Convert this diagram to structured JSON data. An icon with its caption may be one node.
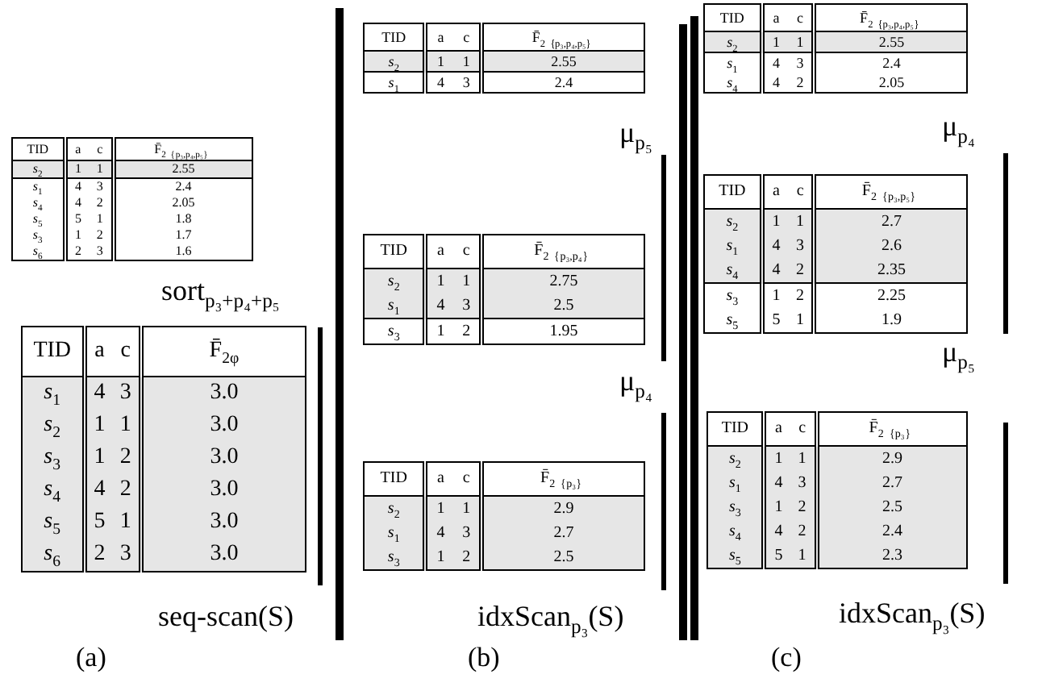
{
  "diagram": {
    "labels": [
      "TID",
      "a",
      "c",
      "F̄$_{2｛p₃,p₄,p₅｝}$",
      "*s*$_{2}$",
      "1",
      "1",
      "2.55",
      "*s*$_{1}$",
      "4",
      "3",
      "2.4",
      "*s*$_{4}$",
      "4",
      "2",
      "2.05",
      "*s*$_{5}$",
      "5",
      "1",
      "1.8",
      "*s*$_{3}$",
      "1",
      "2",
      "1.7",
      "*s*$_{6}$",
      "2",
      "3",
      "1.6",
      "sort$_{p₃+p₄+p₅}$",
      "TID",
      "a",
      "c",
      "F̄$_{2φ}$",
      "*s*$_{1}$",
      "4",
      "3",
      "3.0",
      "*s*$_{2}$",
      "1",
      "1",
      "3.0",
      "*s*$_{3}$",
      "1",
      "2",
      "3.0",
      "*s*$_{4}$",
      "4",
      "2",
      "3.0",
      "*s*$_{5}$",
      "5",
      "1",
      "3.0",
      "*s*$_{6}$",
      "2",
      "3",
      "3.0",
      "seq-scan(S)",
      "(a)",
      "TID",
      "a",
      "c",
      "F̄$_{2｛p₃,p₄,p₅｝}$",
      "*s*$_{2}$",
      "1",
      "1",
      "2.55",
      "*s*$_{1}$",
      "4",
      "3",
      "2.4",
      "μ$_{p₅}$",
      "TID",
      "a",
      "c",
      "F̄$_{2｛p₃,p₄｝}$",
      "*s*$_{2}$",
      "1",
      "1",
      "2.75",
      "*s*$_{1}$",
      "4",
      "3",
      "2.5",
      "*s*$_{3}$",
      "1",
      "2",
      "1.95",
      "μ$_{p₄}$",
      "TID",
      "a",
      "c",
      "F̄$_{2｛p₃｝}$",
      "*s*$_{2}$",
      "1",
      "1",
      "2.9",
      "*s*$_{1}$",
      "4",
      "3",
      "2.7",
      "*s*$_{3}$",
      "1",
      "2",
      "2.5",
      "idxScan$_{p₃}$(S)",
      "(b)",
      "TID",
      "a",
      "c",
      "F̄$_{2｛p₃,p₄,p₅｝}$",
      "*s*$_{2}$",
      "1",
      "1",
      "2.55",
      "*s*$_{1}$",
      "4",
      "3",
      "2.4",
      "*s*$_{4}$",
      "4",
      "2",
      "2.05",
      "μ$_{p₄}$",
      "TID",
      "a",
      "c",
      "F̄$_{2｛p₃,p₅｝}$",
      "*s*$_{2}$",
      "1",
      "1",
      "2.7",
      "*s*$_{1}$",
      "4",
      "3",
      "2.6",
      "*s*$_{4}$",
      "4",
      "2",
      "2.35",
      "*s*$_{3}$",
      "1",
      "2",
      "2.25",
      "*s*$_{5}$",
      "5",
      "1",
      "1.9",
      "μ$_{p₅}$",
      "TID",
      "a",
      "c",
      "F̄$_{2｛p₃｝}$",
      "*s*$_{2}$",
      "1",
      "1",
      "2.9",
      "*s*$_{1}$",
      "4",
      "3",
      "2.7",
      "*s*$_{3}$",
      "1",
      "2",
      "2.5",
      "*s*$_{4}$",
      "4",
      "2",
      "2.4",
      "*s*$_{5}$",
      "5",
      "1",
      "2.3",
      "idxScan$_{p₃}$(S)",
      "(c)"
    ]
  }
}
